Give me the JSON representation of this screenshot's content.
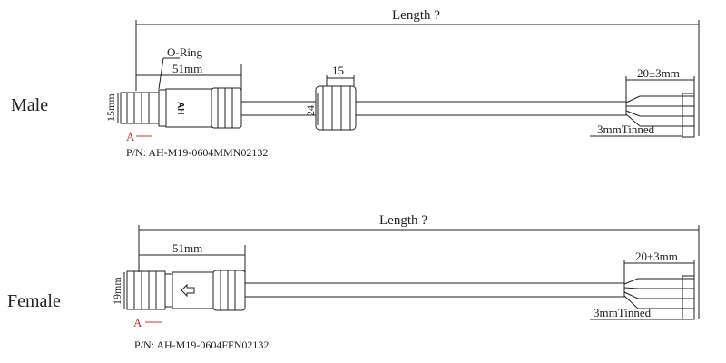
{
  "male": {
    "section_label": "Male",
    "length_label": "Length ?",
    "oring_label": "O-Ring",
    "dim_51": "51mm",
    "dim_15": "15",
    "dim_24": "24",
    "dim_15mm": "15mm",
    "dim_wire": "20±3mm",
    "tinned": "3mmTinned",
    "brand": "AH",
    "a_label": "A",
    "part_number": "P/N: AH-M19-0604MMN02132"
  },
  "female": {
    "section_label": "Female",
    "length_label": "Length ?",
    "dim_51": "51mm",
    "dim_19mm": "19mm",
    "dim_wire": "20±3mm",
    "tinned": "3mmTinned",
    "a_label": "A",
    "part_number": "P/N: AH-M19-0604FFN02132"
  },
  "colors": {
    "ink": "#222222",
    "accent": "#c0392b"
  }
}
